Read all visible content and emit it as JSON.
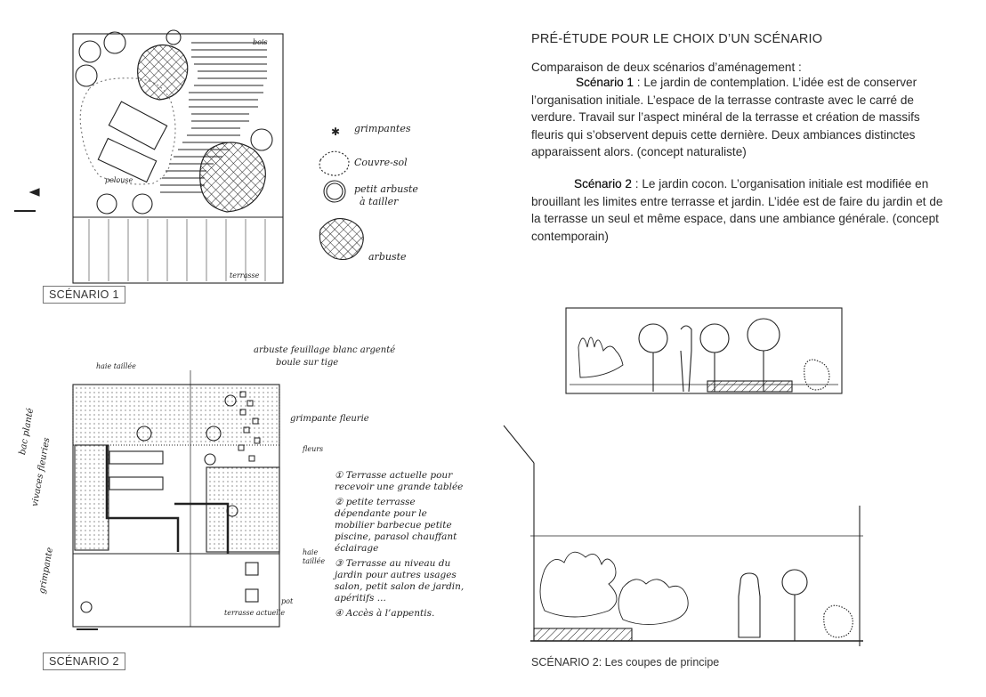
{
  "header": {
    "title": "PRÉ-ÉTUDE POUR LE CHOIX D’UN SCÉNARIO",
    "intro": "Comparaison de deux scénarios d’aménagement :"
  },
  "scenarios": [
    {
      "label": "Scénario 1",
      "text": " : Le jardin de contemplation. L’idée est de conserver l’organisation initiale. L’espace de la terrasse contraste avec le carré de verdure. Travail sur l’aspect minéral de la terrasse et création de massifs fleuris qui s’observent depuis cette dernière. Deux ambiances distinctes apparaissent alors. (concept naturaliste)"
    },
    {
      "label": "Scénario 2",
      "text": " : Le jardin cocon. L’organisation initiale est modifiée en brouillant les limites entre terrasse et jardin. L’idée est de faire du jardin et de la terrasse un seul et même espace, dans une ambiance générale. (concept contemporain)"
    }
  ],
  "captions": {
    "scenario1": "SCÉNARIO 1",
    "scenario2": "SCÉNARIO 2",
    "sections": "SCÉNARIO 2: Les coupes de principe"
  },
  "plan1": {
    "bois": "bois",
    "pelouse": "pelouse",
    "terrasse": "terrasse",
    "legend": {
      "grimpantes": "grimpantes",
      "couvre_sol": "Couvre-sol",
      "petit_arbuste": "petit arbuste",
      "a_tailler": "à tailler",
      "arbuste": "arbuste"
    }
  },
  "plan2": {
    "haie_taillee_top": "haie taillée",
    "haie_taillee_right": "haie taillée",
    "arbuste_feuillage": "arbuste feuillage blanc argenté",
    "boule_sur_tige": "boule sur tige",
    "grimpante_fleurie": "grimpante fleurie",
    "fleurs": "fleurs",
    "bac_plante": "bac planté",
    "vivaces": "vivaces fleuries",
    "grimpante": "grimpante",
    "pot": "pot",
    "terrasse_actuelle": "terrasse actuelle",
    "notes": [
      "① Terrasse actuelle pour recevoir une grande tablée",
      "② petite terrasse dépendante pour le mobilier barbecue petite piscine, parasol chauffant éclairage",
      "③ Terrasse au niveau du jardin pour autres usages salon, petit salon de jardin, apéritifs ...",
      "④ Accès à l’appentis."
    ]
  }
}
